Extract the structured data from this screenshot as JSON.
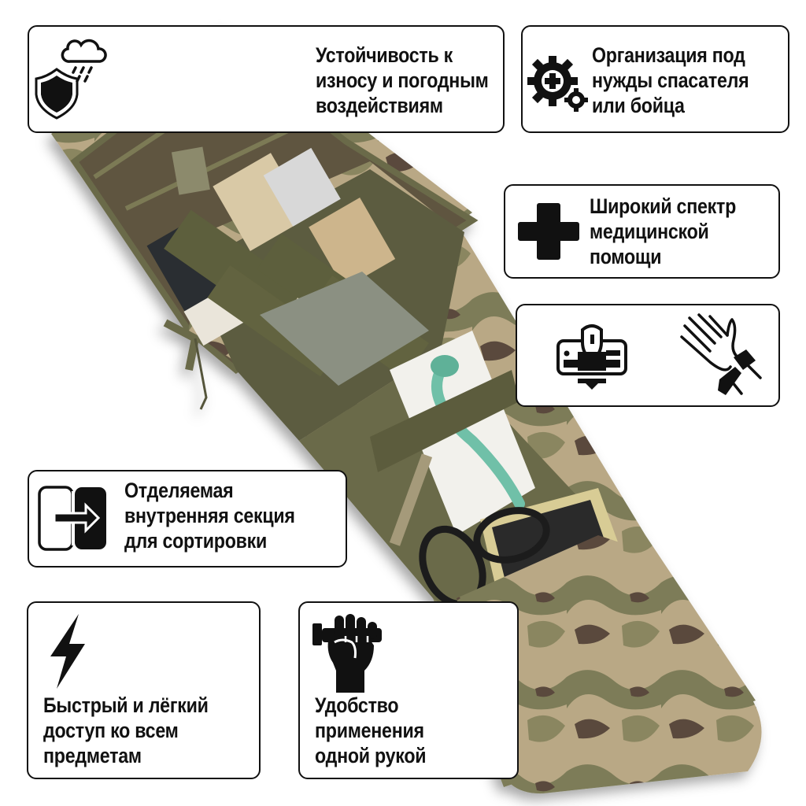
{
  "product": {
    "description": "Open tactical first aid kit pouch in multicam pattern with medical supplies",
    "colors": {
      "olive": "#6b6a4a",
      "olive_dark": "#55543a",
      "interior": "#5e5540",
      "camo_tan": "#c8b79a",
      "camo_green": "#7d7c58",
      "camo_brown": "#5a4a3c",
      "bandage_cream": "#d9c9a6",
      "pack_black": "#2a2d30",
      "gray_pack": "#8b9082",
      "airway_green": "#6fc0a8"
    }
  },
  "features": [
    {
      "id": "weather",
      "icon": "shield-rain-icon",
      "lines": [
        "Устойчивость к",
        "износу и погодным",
        "воздействиям"
      ]
    },
    {
      "id": "organization",
      "icon": "gear-medical-icon",
      "lines": [
        "Организация под",
        "нужды спасателя",
        "или бойца"
      ]
    },
    {
      "id": "medical",
      "icon": "medical-cross-icon",
      "lines": [
        "Широкий спектр",
        "медицинской",
        "помощи"
      ]
    },
    {
      "id": "attachment",
      "icons": [
        "molle-shield-icon",
        "tourniquet-wrist-icon"
      ],
      "lines": []
    },
    {
      "id": "detachable",
      "icon": "detach-arrow-icon",
      "lines": [
        "Отделяемая",
        "внутренняя секция",
        "для сортировки"
      ]
    },
    {
      "id": "fast-access",
      "icon": "lightning-icon",
      "lines": [
        "Быстрый и лёгкий",
        "доступ ко всем",
        "предметам"
      ]
    },
    {
      "id": "one-hand",
      "icon": "fist-grip-icon",
      "lines": [
        "Удобство",
        "применения",
        "одной рукой"
      ]
    }
  ]
}
